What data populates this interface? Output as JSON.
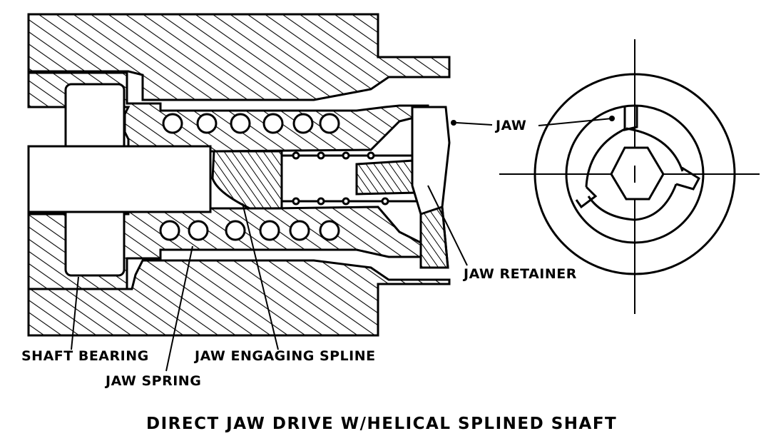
{
  "diagram": {
    "title": "DIRECT JAW DRIVE W/HELICAL SPLINED SHAFT",
    "labels": {
      "jaw": "JAW",
      "jaw_retainer": "JAW RETAINER",
      "shaft_bearing": "SHAFT BEARING",
      "jaw_spring": "JAW SPRING",
      "jaw_engaging_spline": "JAW ENGAGING SPLINE"
    },
    "colors": {
      "ink": "#000000",
      "paper": "#ffffff"
    }
  }
}
